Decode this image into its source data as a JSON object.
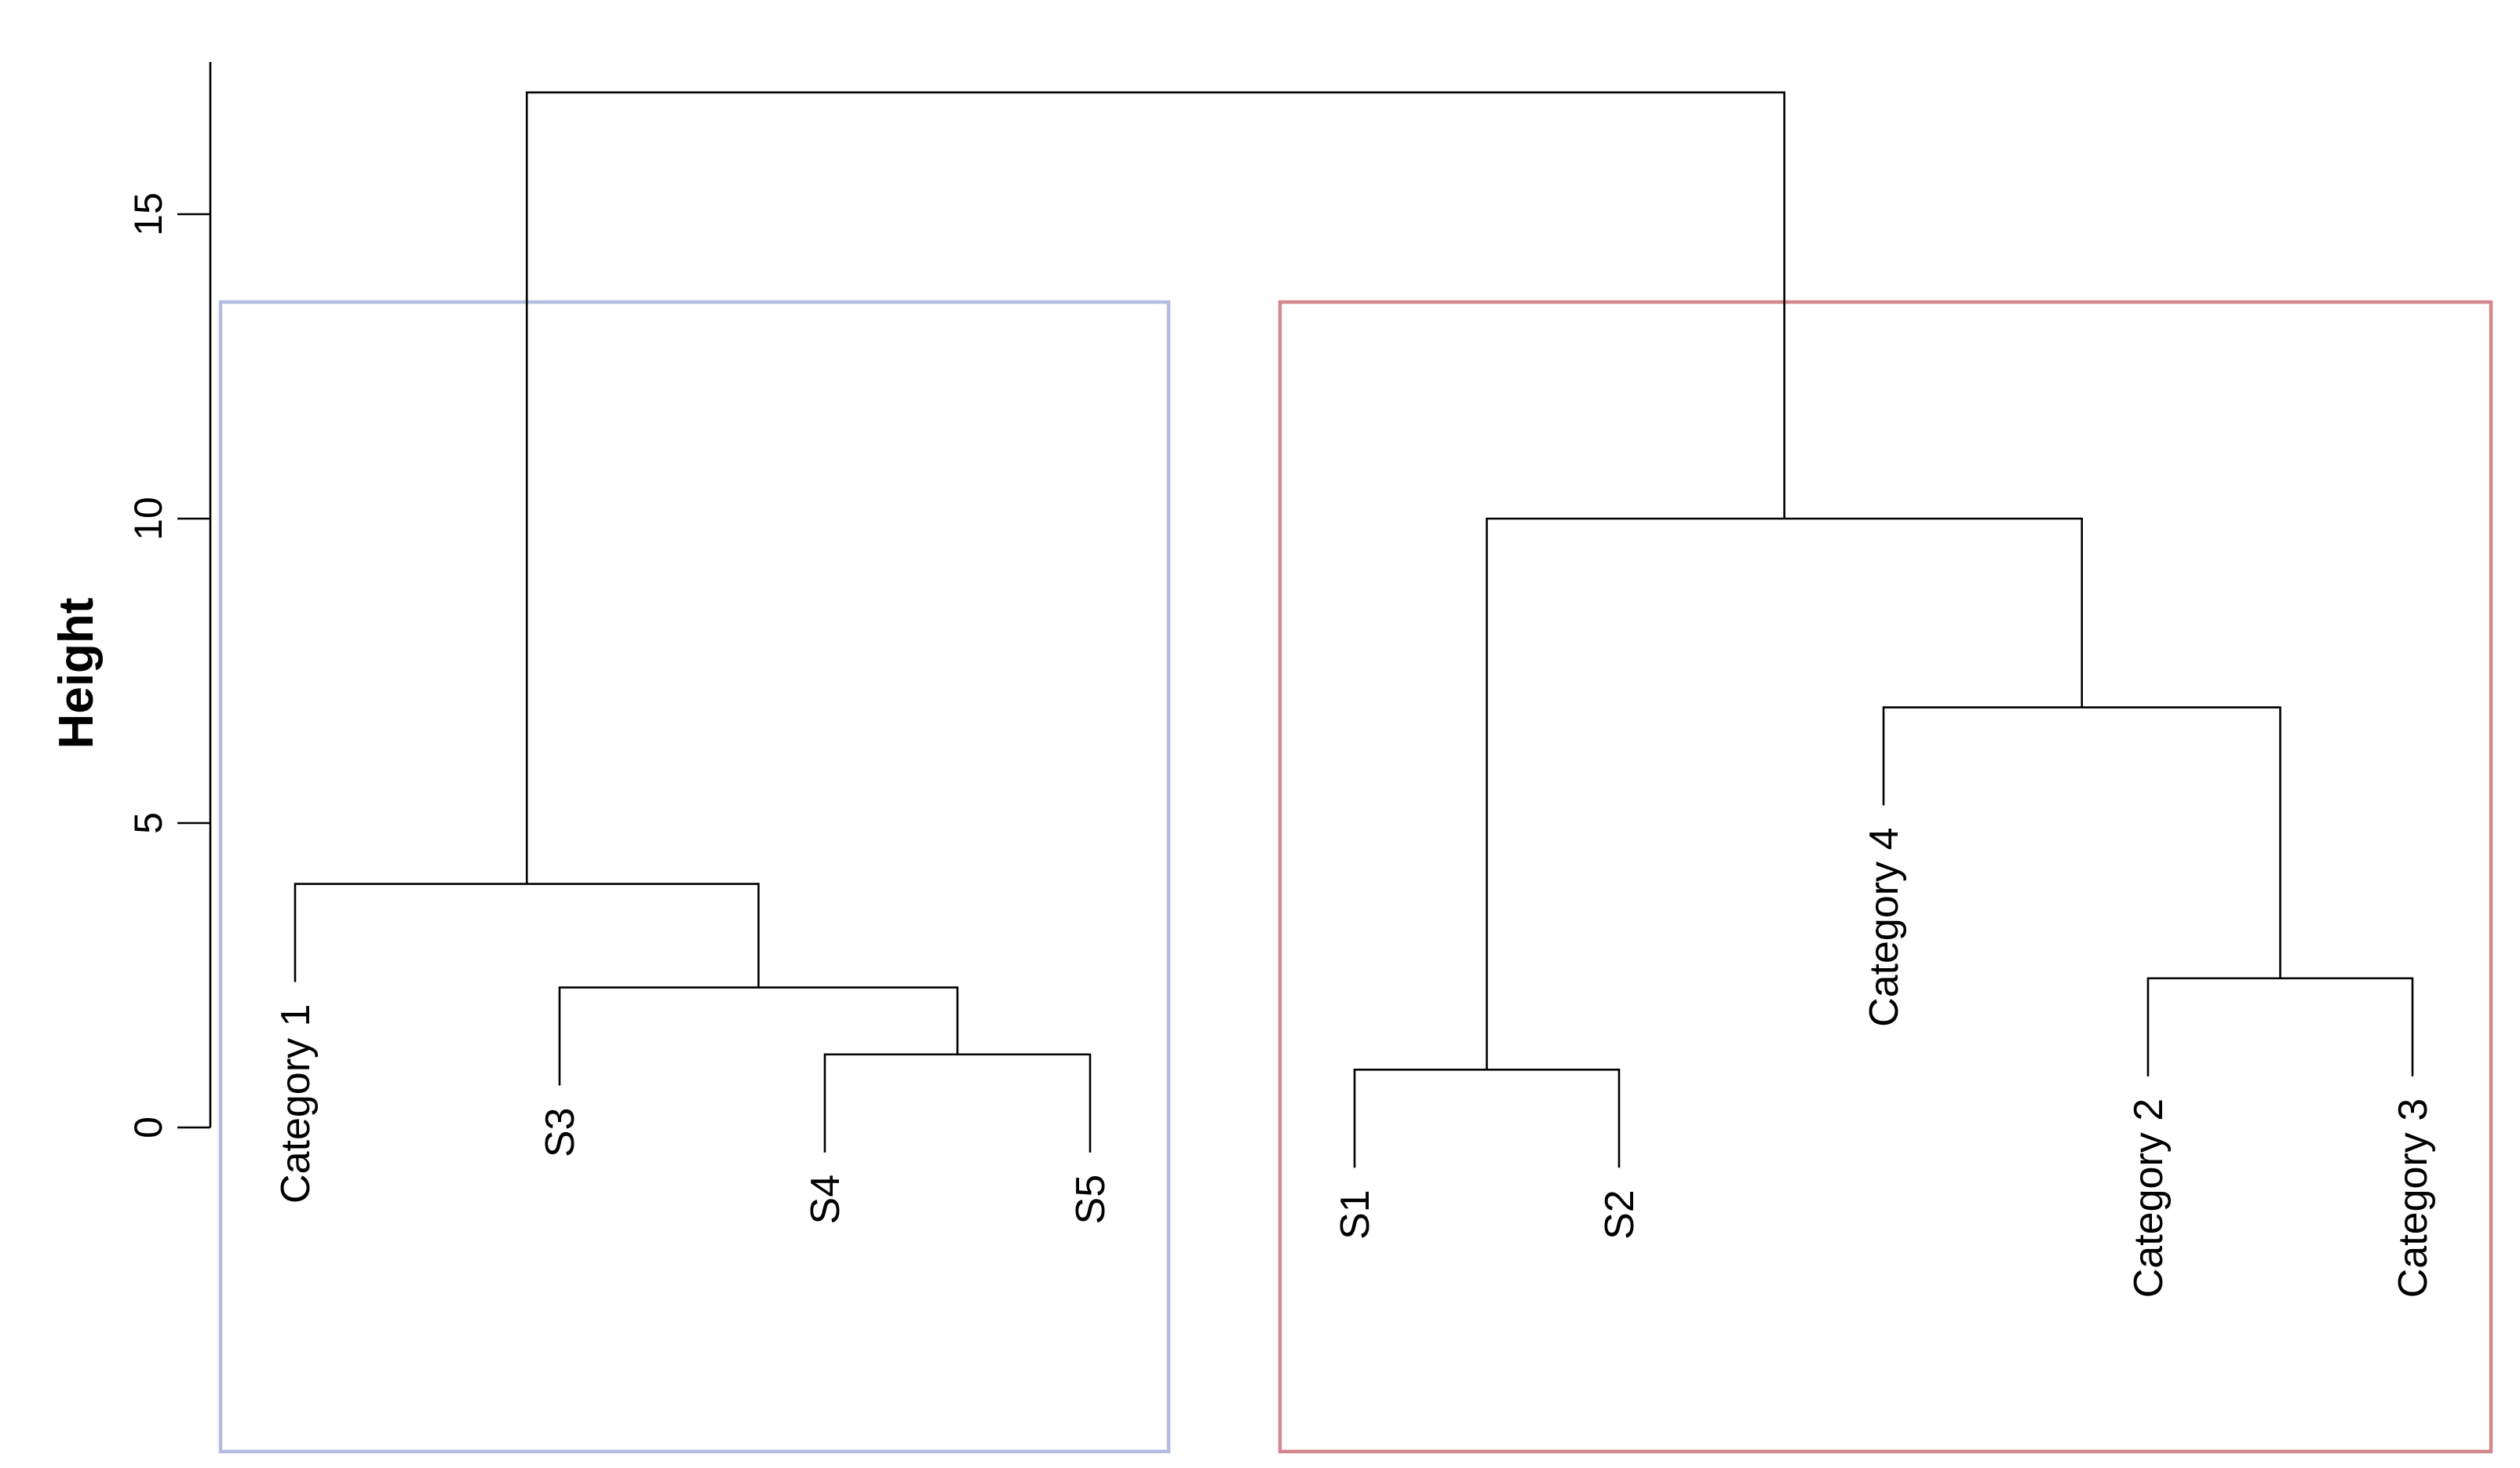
{
  "chart_data": {
    "type": "dendrogram",
    "ylabel": "Height",
    "ylim": [
      0,
      17.5
    ],
    "yticks": [
      0,
      5,
      10,
      15
    ],
    "leaves": [
      "Category 1",
      "S3",
      "S4",
      "S5",
      "S1",
      "S2",
      "Category 4",
      "Category 2",
      "Category 3"
    ],
    "merges": [
      {
        "left": "S4",
        "right": "S5",
        "height": 1.2
      },
      {
        "left": "S3",
        "right": "S4+S5",
        "height": 2.3
      },
      {
        "left": "Category 1",
        "right": "S3+S4+S5",
        "height": 4.0
      },
      {
        "left": "S1",
        "right": "S2",
        "height": 0.95
      },
      {
        "left": "Category 2",
        "right": "Category 3",
        "height": 2.45
      },
      {
        "left": "Category 4",
        "right": "Category 2+Category 3",
        "height": 6.9
      },
      {
        "left": "S1+S2",
        "right": "Category 4+Category 2+Category 3",
        "height": 10.0
      },
      {
        "left": "Category 1+S3+S4+S5",
        "right": "S1+S2+Category 4+Category 2+Category 3",
        "height": 17.0
      }
    ],
    "clusters": [
      {
        "members": [
          "Category 1",
          "S3",
          "S4",
          "S5"
        ],
        "color": "#b3bde0"
      },
      {
        "members": [
          "S1",
          "S2",
          "Category 4",
          "Category 2",
          "Category 3"
        ],
        "color": "#d4878c"
      }
    ]
  }
}
